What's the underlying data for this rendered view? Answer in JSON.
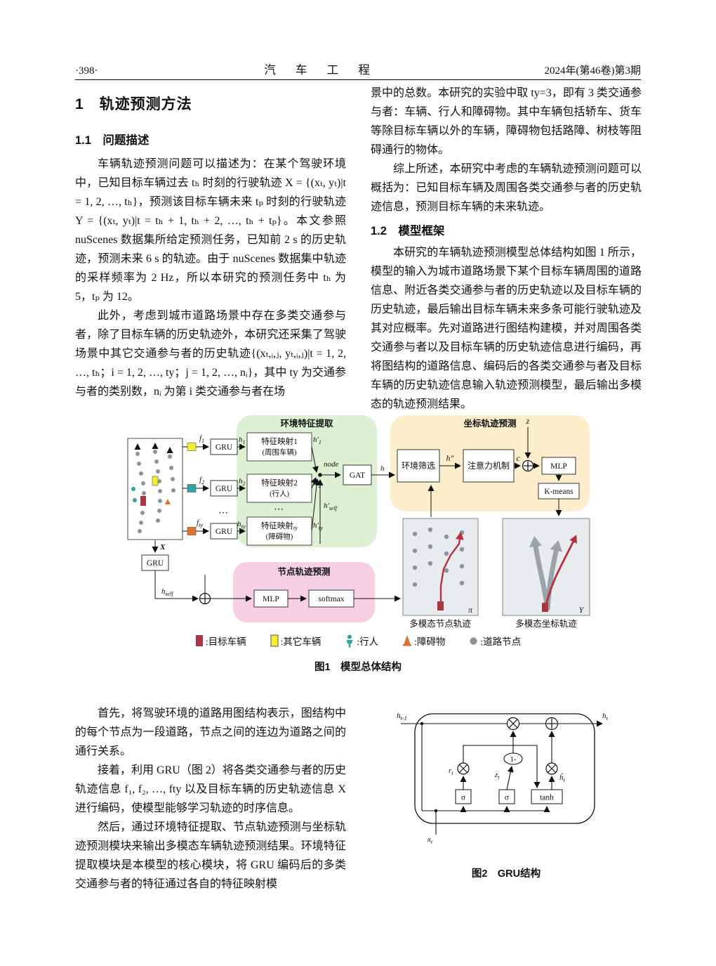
{
  "header": {
    "page_number": "·398·",
    "journal_title": "汽 车 工 程",
    "issue_info": "2024年(第46卷)第3期"
  },
  "left_column": {
    "section_heading": "1　轨迹预测方法",
    "subsection_heading": "1.1　问题描述",
    "paragraphs": [
      "车辆轨迹预测问题可以描述为：在某个驾驶环境中，已知目标车辆过去 tₕ 时刻的行驶轨迹 X = {(xₜ, yₜ)|t = 1, 2, …, tₕ}，预测该目标车辆未来 tₚ 时刻的行驶轨迹 Y = {(xₜ, yₜ)|t = tₕ + 1, tₕ + 2, …, tₕ + tₚ}。本文参照 nuScenes 数据集所给定预测任务，已知前 2 s 的历史轨迹，预测未来 6 s 的轨迹。由于 nuScenes 数据集中轨迹的采样频率为 2 Hz，所以本研究的预测任务中 tₕ 为 5，tₚ 为 12。",
      "此外，考虑到城市道路场景中存在多类交通参与者，除了目标车辆的历史轨迹外，本研究还采集了驾驶场景中其它交通参与者的历史轨迹{(xₜ,ᵢ,ⱼ, yₜ,ᵢ,ⱼ)|t = 1, 2, …, tₕ；i = 1, 2, …, ty；j = 1, 2, …, nᵢ}，其中 ty 为交通参与者的类别数，nᵢ 为第 i 类交通参与者在场"
    ]
  },
  "right_column": {
    "paragraphs": [
      "景中的总数。本研究的实验中取 ty=3，即有 3 类交通参与者：车辆、行人和障碍物。其中车辆包括轿车、货车等除目标车辆以外的车辆，障碍物包括路障、树枝等阻碍通行的物体。",
      "综上所述，本研究中考虑的车辆轨迹预测问题可以概括为：已知目标车辆及周围各类交通参与者的历史轨迹信息，预测目标车辆的未来轨迹。"
    ],
    "subsection_heading": "1.2　模型框架",
    "paragraph3": "本研究的车辆轨迹预测模型总体结构如图 1 所示，模型的输入为城市道路场景下某个目标车辆周围的道路信息、附近各类交通参与者的历史轨迹以及目标车辆的历史轨迹，最后输出目标车辆未来多条可能行驶轨迹及其对应概率。先对道路进行图结构建模，并对周围各类交通参与者以及目标车辆的历史轨迹信息进行编码，再将图结构的道路信息、编码后的各类交通参与者及目标车辆的历史轨迹信息输入轨迹预测模型，最后输出多模态的轨迹预测结果。"
  },
  "bottom_left": {
    "paragraphs": [
      "首先，将驾驶环境的道路用图结构表示，图结构中的每个节点为一段道路，节点之间的连边为道路之间的通行关系。",
      "接着，利用 GRU（图 2）将各类交通参与者的历史轨迹信息 f₁, f₂, …, fty 以及目标车辆的历史轨迹信息 X 进行编码，使模型能够学习轨迹的时序信息。",
      "然后，通过环境特征提取、节点轨迹预测与坐标轨迹预测模块来输出多模态车辆轨迹预测结果。环境特征提取模块是本模型的核心模块，将 GRU 编码后的多类交通参与者的特征通过各自的特征映射模"
    ]
  },
  "figure1": {
    "caption": "图1　模型总体结构",
    "env_title": "环境特征提取",
    "coord_title": "坐标轨迹预测",
    "node_title": "节点轨迹预测",
    "gru": "GRU",
    "gat": "GAT",
    "mlp": "MLP",
    "softmax": "softmax",
    "kmeans": "K-means",
    "env_filter": "环境筛选",
    "attention": "注意力机制",
    "fm1_line1": "特征映射1",
    "fm1_line2": "(周围车辆)",
    "fm2_line1": "特征映射2",
    "fm2_line2": "(行人)",
    "fm3_prefix": "特征映射",
    "fm3_line2": "(障碍物)",
    "dots": "⋯",
    "node_label": "node",
    "panel1_caption": "多模态节点轨迹",
    "panel2_caption": "多模态坐标轨迹",
    "vars": {
      "f": "f",
      "h": "h",
      "hp": "h′",
      "hpp": "h″",
      "X": "X",
      "z": "z",
      "c": "c",
      "pi": "π",
      "Y": "Y"
    },
    "subs": {
      "one": "1",
      "two": "2",
      "ty": "ty",
      "self": "self"
    },
    "legend": [
      {
        "label": ":目标车辆"
      },
      {
        "label": ":其它车辆"
      },
      {
        "label": ":行人"
      },
      {
        "label": ":障碍物"
      },
      {
        "label": ":道路节点"
      }
    ],
    "colors": {
      "target": "#a93544",
      "other_vehicle": "#f3ef30",
      "pedestrian": "#2fa39d",
      "obstacle": "#e2702a",
      "road_node": "#8b949a",
      "env_box": "#def0d4",
      "coord_box": "#fceecb",
      "node_box": "#f6d0e2",
      "panel_bg": "#e8ecef",
      "trajectory_red": "#b8303f",
      "trajectory_gray": "#9aa4a8"
    }
  },
  "figure2": {
    "caption": "图2　GRU结构",
    "sigma": "σ",
    "tanh": "tanh",
    "one_minus": "1-",
    "vars": {
      "h": "h",
      "x": "x",
      "r": "r",
      "z": "z",
      "htilde": "h̃"
    },
    "subs": {
      "t": "t",
      "tm1": "t-1"
    }
  }
}
